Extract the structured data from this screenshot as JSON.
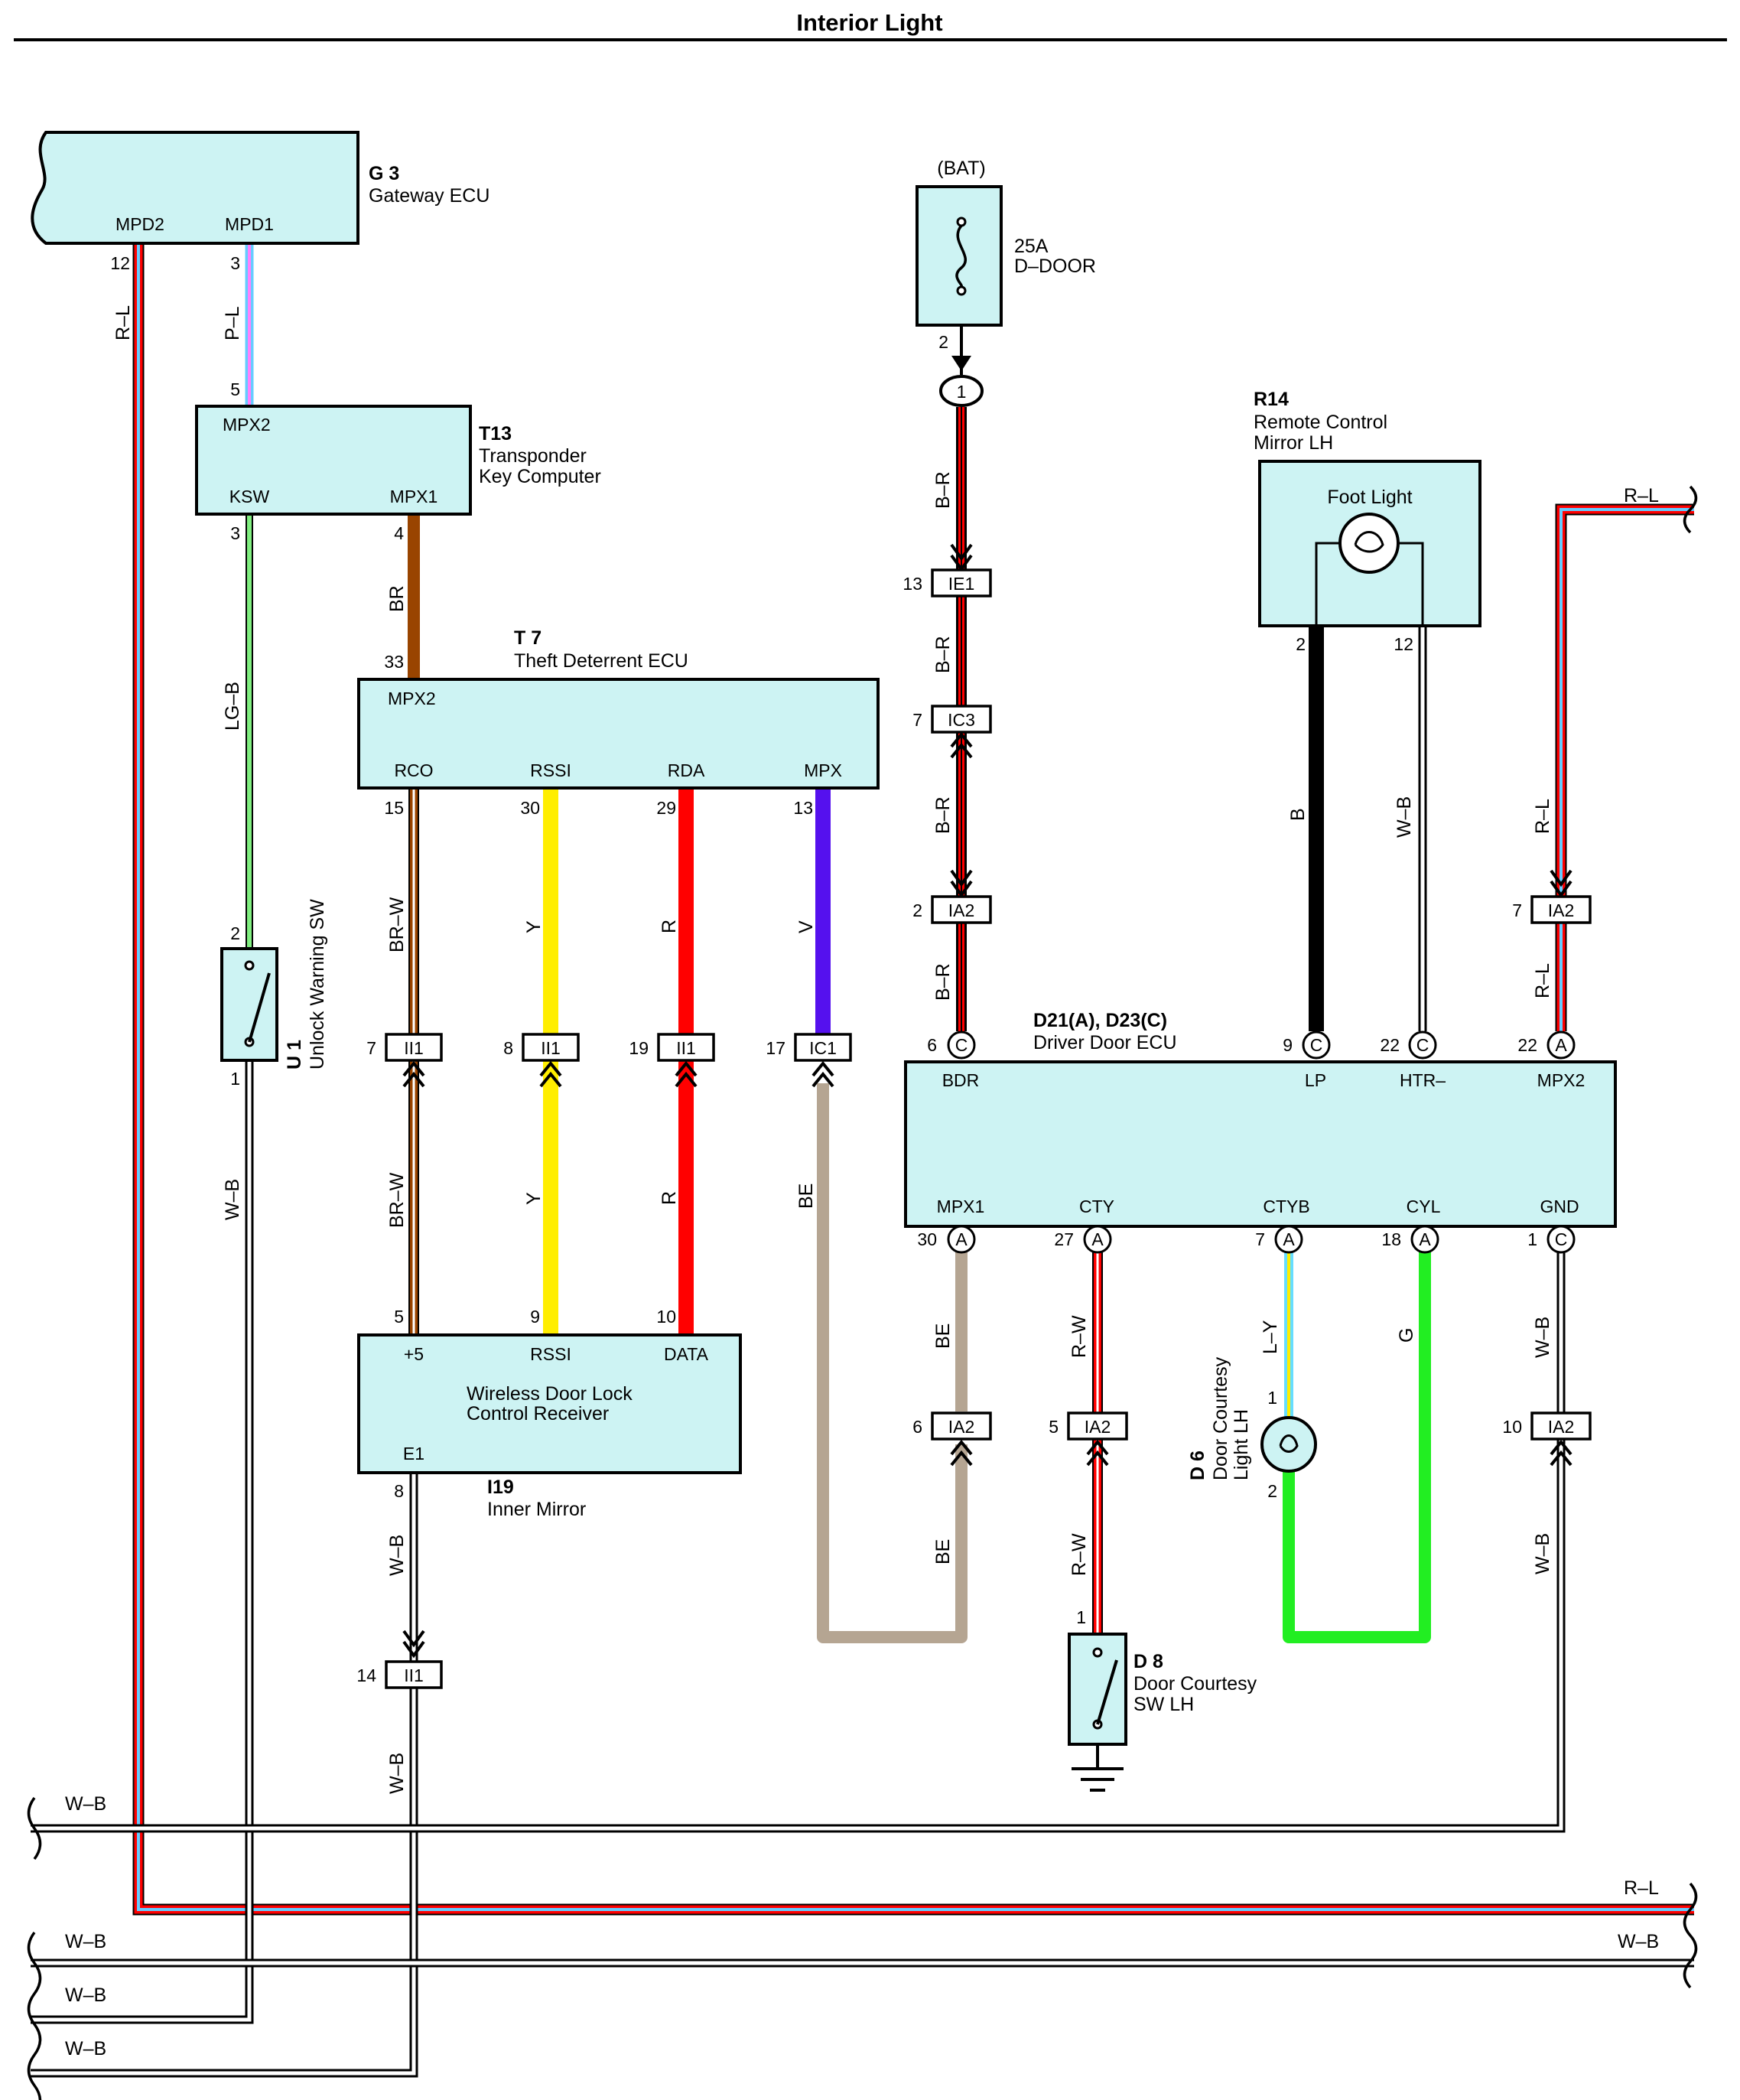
{
  "title": "Interior Light",
  "components": {
    "g3": {
      "id": "G 3",
      "name": "Gateway ECU",
      "pins": [
        "MPD2",
        "MPD1"
      ],
      "pin_nums": [
        "12",
        "3"
      ]
    },
    "t13": {
      "id": "T13",
      "name1": "Transponder",
      "name2": "Key Computer",
      "pins": [
        "MPX2",
        "KSW",
        "MPX1"
      ],
      "pin_nums": [
        "5",
        "3",
        "4"
      ]
    },
    "t7": {
      "id": "T 7",
      "name": "Theft Deterrent ECU",
      "pins": [
        "MPX2",
        "RCO",
        "RSSI",
        "RDA",
        "MPX"
      ],
      "pin_nums": [
        "33",
        "15",
        "30",
        "29",
        "13"
      ]
    },
    "u1": {
      "id": "U 1",
      "name": "Unlock Warning SW",
      "pin_nums": [
        "2",
        "1"
      ]
    },
    "i19": {
      "id": "I19",
      "name": "Inner Mirror",
      "body1": "Wireless Door Lock",
      "body2": "Control Receiver",
      "pins": [
        "+5",
        "RSSI",
        "DATA",
        "E1"
      ],
      "pin_nums": [
        "5",
        "9",
        "10",
        "8"
      ]
    },
    "fuse": {
      "source": "(BAT)",
      "rating": "25A",
      "name": "D–DOOR",
      "pin": "2",
      "junction": "1"
    },
    "r14": {
      "id": "R14",
      "name1": "Remote Control",
      "name2": "Mirror LH",
      "body": "Foot Light",
      "pin_nums": [
        "2",
        "12"
      ]
    },
    "d21": {
      "id": "D21(A), D23(C)",
      "name": "Driver Door ECU",
      "top_pins": [
        "BDR",
        "LP",
        "HTR–",
        "MPX2"
      ],
      "top_nums": [
        "6",
        "9",
        "22",
        "22"
      ],
      "top_conn": [
        "C",
        "C",
        "C",
        "A"
      ],
      "bottom_pins": [
        "MPX1",
        "CTY",
        "CTYB",
        "CYL",
        "GND"
      ],
      "bottom_nums": [
        "30",
        "27",
        "7",
        "18",
        "1"
      ],
      "bottom_conn": [
        "A",
        "A",
        "A",
        "A",
        "C"
      ]
    },
    "d6": {
      "id": "D 6",
      "name1": "Door Courtesy",
      "name2": "Light LH",
      "pin_nums": [
        "1",
        "2"
      ]
    },
    "d8": {
      "id": "D 8",
      "name1": "Door Courtesy",
      "name2": "SW LH",
      "pin_nums": [
        "1"
      ]
    }
  },
  "connectors": {
    "ie1": {
      "label": "IE1",
      "pin": "13"
    },
    "ic3": {
      "label": "IC3",
      "pin": "7"
    },
    "ia2_bdr": {
      "label": "IA2",
      "pin": "2"
    },
    "ia2_mpx2": {
      "label": "IA2",
      "pin": "7"
    },
    "ii1_rco": {
      "label": "II1",
      "pin": "7"
    },
    "ii1_rssi": {
      "label": "II1",
      "pin": "8"
    },
    "ii1_data": {
      "label": "II1",
      "pin": "19"
    },
    "ic1_mpx": {
      "label": "IC1",
      "pin": "17"
    },
    "ii1_e1": {
      "label": "II1",
      "pin": "14"
    },
    "ia2_mpx1": {
      "label": "IA2",
      "pin": "6"
    },
    "ia2_cty": {
      "label": "IA2",
      "pin": "5"
    },
    "ia2_gnd": {
      "label": "IA2",
      "pin": "10"
    }
  },
  "wire_labels": {
    "rl_g3": "R–L",
    "pl": "P–L",
    "lgb": "LG–B",
    "wb_u1": "W–B",
    "br": "BR",
    "brw_top": "BR–W",
    "y_top": "Y",
    "r_top": "R",
    "v_top": "V",
    "brw_bot": "BR–W",
    "y_bot": "Y",
    "r_bot": "R",
    "be_mid": "BE",
    "wb_e1_top": "W–B",
    "wb_e1_bot": "W–B",
    "br1": "B–R",
    "br2": "B–R",
    "br3": "B–R",
    "br4": "B–R",
    "b_lp": "B",
    "wb_htr": "W–B",
    "rl_right_top": "R–L",
    "rl_mpx2a": "R–L",
    "rl_mpx2b": "R–L",
    "be_top": "BE",
    "be_bot": "BE",
    "rw_top": "R–W",
    "rw_bot": "R–W",
    "ly": "L–Y",
    "g": "G",
    "wb_gnd_top": "W–B",
    "wb_gnd_bot": "W–B",
    "bus_wb1": "W–B",
    "bus_rl": "R–L",
    "bus_wb2_left": "W–B",
    "bus_wb2_right": "W–B",
    "bus_wb3": "W–B",
    "bus_wb4": "W–B"
  },
  "colors": {
    "body": "#cdf3f3",
    "red": "#ff0000",
    "light_blue": "#66ccff",
    "pink": "#ff80ff",
    "light_green": "#80ee80",
    "brown": "#994400",
    "yellow": "#ffee00",
    "violet": "#5511ee",
    "beige": "#b5a592",
    "green": "#22ee22"
  }
}
